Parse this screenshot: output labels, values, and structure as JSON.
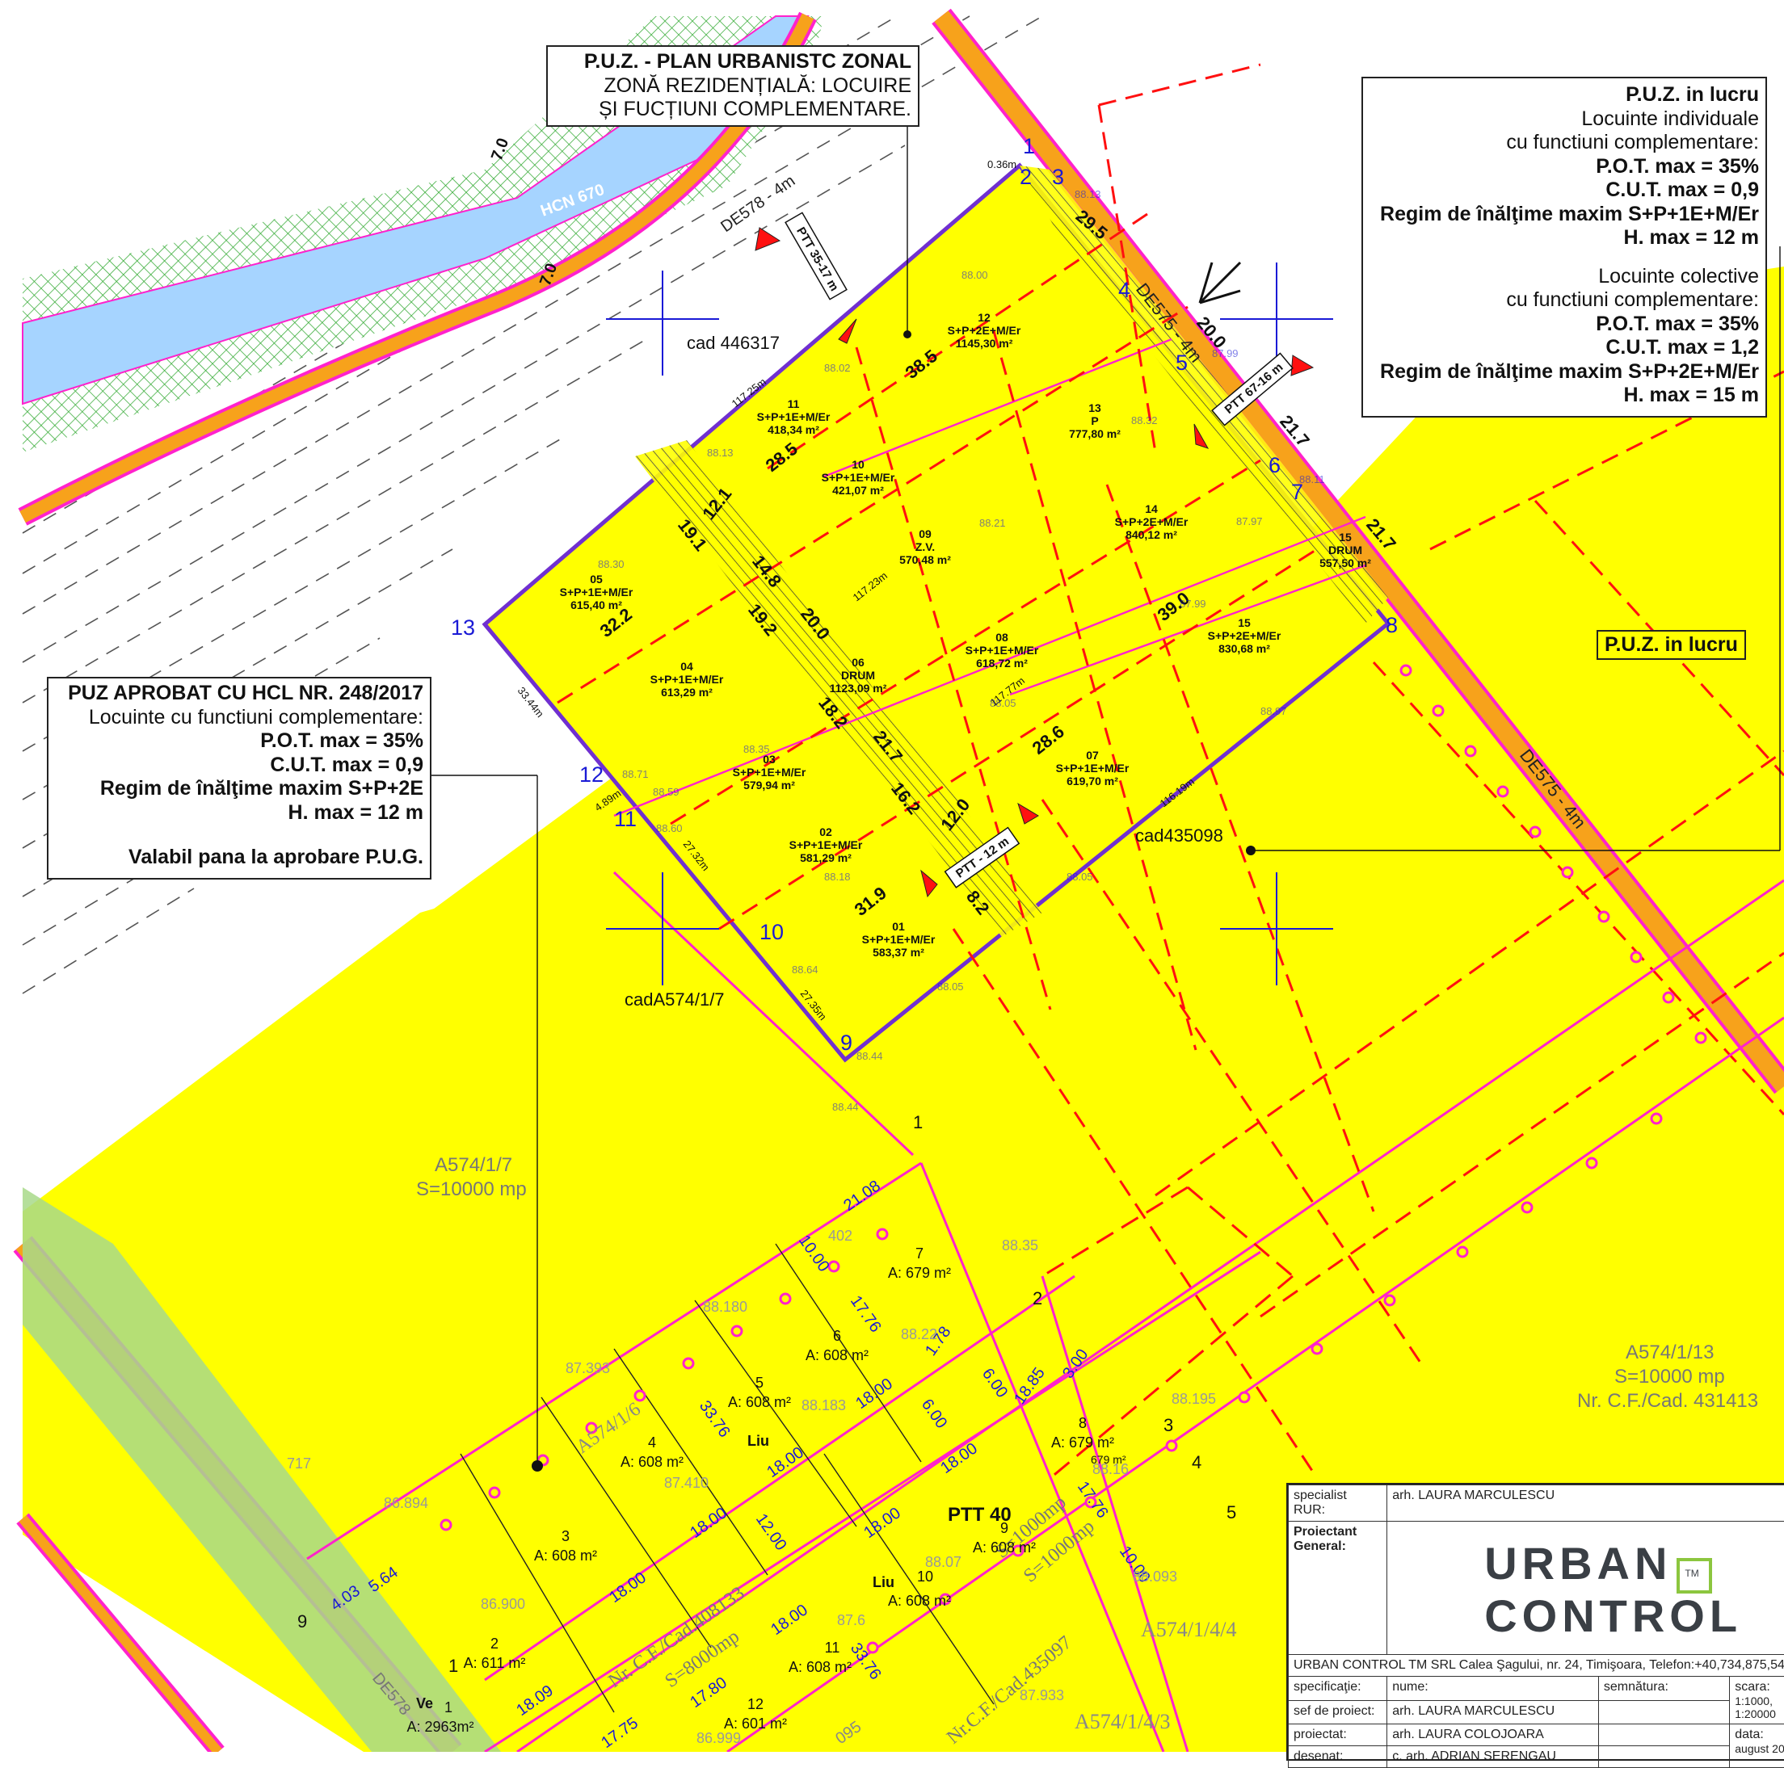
{
  "map": {
    "river_name": "HCN 670",
    "roads": {
      "de578": "DE578 - 4m",
      "de575_upper": "DE575 - 4m",
      "de575_lower": "DE575 - 4m",
      "de578_lower": "DE578"
    },
    "cadastral": {
      "cad446317": "cad 446317",
      "cad435098": "cad435098",
      "cadA574": "cadA574/1/7",
      "a574_17_name": "A574/1/7",
      "a574_17_area": "S=10000 mp",
      "a574_113_name": "A574/1/13",
      "a574_113_area": "S=10000 mp",
      "a574_113_cf": "Nr. C.F./Cad. 431413",
      "a574_16": "A574/1/6",
      "a574_144": "A574/1/4/4",
      "a574_143": "A574/1/4/3",
      "cf408133": "Nr. C.F./Cad.408133",
      "s8000": "S=8000mp",
      "cf435097": "Nr.C.F./Cad.435097",
      "s1000a": "S=1000mp",
      "s1000b": "S=1000mp"
    },
    "width_marks": [
      "7.0",
      "7.0"
    ],
    "corners": [
      "1",
      "2",
      "3",
      "4",
      "5",
      "6",
      "7",
      "8",
      "9",
      "10",
      "11",
      "12",
      "13"
    ],
    "ptt_labels": [
      "PTT 35-17 m",
      "PTT 67-16 m",
      "PTT - 12 m"
    ],
    "dims": {
      "d385": "38.5",
      "d285": "28.5",
      "d322": "32.2",
      "d191": "19.1",
      "d121": "12.1",
      "d148": "14.8",
      "d192": "19.2",
      "d200": "20.0",
      "d182": "18.2",
      "d217a": "21.7",
      "d162": "16.2",
      "d120": "12.0",
      "d82": "8.2",
      "d319": "31.9",
      "d286": "28.6",
      "d390": "39.0",
      "d295": "29.5",
      "d200b": "20.0",
      "d217b": "21.7",
      "d217c": "21.7",
      "d036": "0.36m",
      "d11725": "117.25m",
      "d3344": "33.44m",
      "d489": "4.89m",
      "d2732": "27.32m",
      "d2735": "27.35m",
      "d11619": "116.19m",
      "d11777": "117.77m",
      "d11723": "117.23m"
    },
    "elevations": [
      "88.00",
      "88.02",
      "88.13",
      "88.30",
      "88.21",
      "88.32",
      "88.11",
      "87.99",
      "88.35",
      "88.71",
      "88.59",
      "88.60",
      "88.18",
      "88.64",
      "88.44",
      "88.44",
      "88.05",
      "88.05",
      "88.97",
      "87.97",
      "87.99",
      "88.13",
      "88.05"
    ],
    "lots": [
      {
        "nr": "12",
        "rh": "S+P+2E+M/Er",
        "area": "1145,30 m²"
      },
      {
        "nr": "11",
        "rh": "S+P+1E+M/Er",
        "area": "418,34 m²"
      },
      {
        "nr": "13",
        "rh": "P",
        "area": "777,80 m²"
      },
      {
        "nr": "10",
        "rh": "S+P+1E+M/Er",
        "area": "421,07 m²"
      },
      {
        "nr": "09",
        "rh": "Z.V.",
        "area": "570,48 m²"
      },
      {
        "nr": "14",
        "rh": "S+P+2E+M/Er",
        "area": "840,12 m²"
      },
      {
        "nr": "05",
        "rh": "S+P+1E+M/Er",
        "area": "615,40 m²"
      },
      {
        "nr": "15",
        "rh": "DRUM",
        "area": "557,50 m²"
      },
      {
        "nr": "06",
        "rh": "DRUM",
        "area": "1123,09 m²"
      },
      {
        "nr": "04",
        "rh": "S+P+1E+M/Er",
        "area": "613,29 m²"
      },
      {
        "nr": "08",
        "rh": "S+P+1E+M/Er",
        "area": "618,72 m²"
      },
      {
        "nr": "15",
        "rh": "S+P+2E+M/Er",
        "area": "830,68 m²"
      },
      {
        "nr": "03",
        "rh": "S+P+1E+M/Er",
        "area": "579,94 m²"
      },
      {
        "nr": "07",
        "rh": "S+P+1E+M/Er",
        "area": "619,70 m²"
      },
      {
        "nr": "02",
        "rh": "S+P+1E+M/Er",
        "area": "581,29 m²"
      },
      {
        "nr": "01",
        "rh": "S+P+1E+M/Er",
        "area": "583,37 m²"
      }
    ],
    "lower_lots": [
      {
        "nr": "7",
        "area": "A: 679 m²"
      },
      {
        "nr": "6",
        "area": "A: 608 m²"
      },
      {
        "nr": "5",
        "area": "A: 608 m²"
      },
      {
        "nr": "4",
        "area": "A: 608 m²"
      },
      {
        "nr": "3",
        "area": "A: 608 m²"
      },
      {
        "nr": "2",
        "area": "A: 611 m²"
      },
      {
        "nr": "1",
        "area": "A: 2963m²"
      },
      {
        "nr": "8",
        "area": "A: 679 m²"
      },
      {
        "nr": "9",
        "area": "A: 608 m²"
      },
      {
        "nr": "10",
        "area": "A: 608 m²"
      },
      {
        "nr": "11",
        "area": "A: 608 m²"
      },
      {
        "nr": "12",
        "area": "A: 601 m²"
      }
    ],
    "lower_marks": {
      "liu1": "Liu",
      "liu2": "Liu",
      "ve": "Ve",
      "ptt40": "PTT 40",
      "a679small": "679 m²",
      "d2108": "21.08",
      "d1000a": "10.00",
      "d1776a": "17.76",
      "d178": "1.78",
      "d1800a": "18.00",
      "d600a": "6.00",
      "d600b": "6.00",
      "d1885": "18.85",
      "d300": "3.00",
      "d3376a": "33.76",
      "d1800b": "18.00",
      "d1800c": "18.00",
      "d1800d": "18.00",
      "d1800e": "18.00",
      "d1200": "12.00",
      "d1800f": "18.00",
      "d1776b": "17.76",
      "d1000b": "10.00",
      "d3376b": "33.76",
      "d1800g": "18.00",
      "d1780": "17.80",
      "d1809": "18.09",
      "d1775": "17.75",
      "d403": "4.03",
      "d564": "5.64",
      "d095": "095",
      "e86894": "86.894",
      "e86900": "86.900",
      "e87393": "87.393",
      "e87410": "87.410",
      "e88180": "88.180",
      "e88183": "88.183",
      "e88220": "88.22",
      "e88350": "88.35",
      "e88195": "88.195",
      "e88093": "88.093",
      "e87933": "87.933",
      "e86999": "86.999",
      "e88072": "88.07",
      "e87620": "87.6",
      "e88160": "88.16",
      "e717": "717",
      "e402": "402",
      "pt1": "1",
      "pt2": "2",
      "pt3": "3",
      "pt4": "4",
      "pt5": "5",
      "pt9": "9",
      "pt1b": "1"
    }
  },
  "puz_main": {
    "title": "P.U.Z. - PLAN URBANISTC ZONAL",
    "line1": "ZONĂ REZIDENȚIALĂ: LOCUIRE",
    "line2": "ȘI FUCȚIUNI COMPLEMENTARE."
  },
  "puz_lucru": {
    "title": "P.U.Z. in lucru",
    "a1": "Locuinte individuale",
    "a2": "cu functiuni complementare:",
    "a3": "P.O.T. max = 35%",
    "a4": "C.U.T. max = 0,9",
    "a5": "Regim de înălţime maxim S+P+1E+M/Er",
    "a6": "H. max = 12 m",
    "b1": "Locuinte colective",
    "b2": "cu functiuni complementare:",
    "b3": "P.O.T. max = 35%",
    "b4": "C.U.T. max = 1,2",
    "b5": "Regim de înălţime maxim S+P+2E+M/Er",
    "b6": "H. max = 15 m"
  },
  "puz_tag": "P.U.Z. in lucru",
  "puz_hcl": {
    "title": "PUZ APROBAT CU HCL NR. 248/2017",
    "l1": "Locuinte cu functiuni complementare:",
    "l2": "P.O.T. max = 35%",
    "l3": "C.U.T. max = 0,9",
    "l4": "Regim de înălţime maxim S+P+2E",
    "l5": "H. max = 12 m",
    "l6": "Valabil pana la aprobare P.U.G."
  },
  "titleblock": {
    "rur_label": "specialist RUR:",
    "rur_name": "arh. LAURA MARCULESCU",
    "pg_label": "Proiectant General:",
    "logo_line1": "URBAN",
    "logo_line2": "CONTROL",
    "logo_tm": "TM",
    "company": "URBAN CONTROL TM SRL    Calea Şagului, nr. 24, Timişoara, Telefon:+40,734,875,54",
    "spec": "specificaţie:",
    "nume": "nume:",
    "semnatura": "semnătura:",
    "scara": "scara:",
    "scara_val": "1:1000, 1:20000",
    "sef": "sef de proiect:",
    "sef_name": "arh. LAURA MARCULESCU",
    "proiectat": "proiectat:",
    "proiectat_name": "arh. LAURA COLOJOARA",
    "data": "data:",
    "data_val": "august 20",
    "desenat": "desenat:",
    "desenat_name": "c. arh. ADRIAN SERENGAU"
  },
  "colors": {
    "parcel_fill": "#ffff00",
    "river": "#a6d4ff",
    "road": "#f7a21b",
    "boundary": "#ff22cc",
    "puz_boundary": "#7030d0",
    "red_dash": "#ff1010",
    "grid_cross": "#1a1ad6",
    "hatch_green": "#33aa33"
  }
}
